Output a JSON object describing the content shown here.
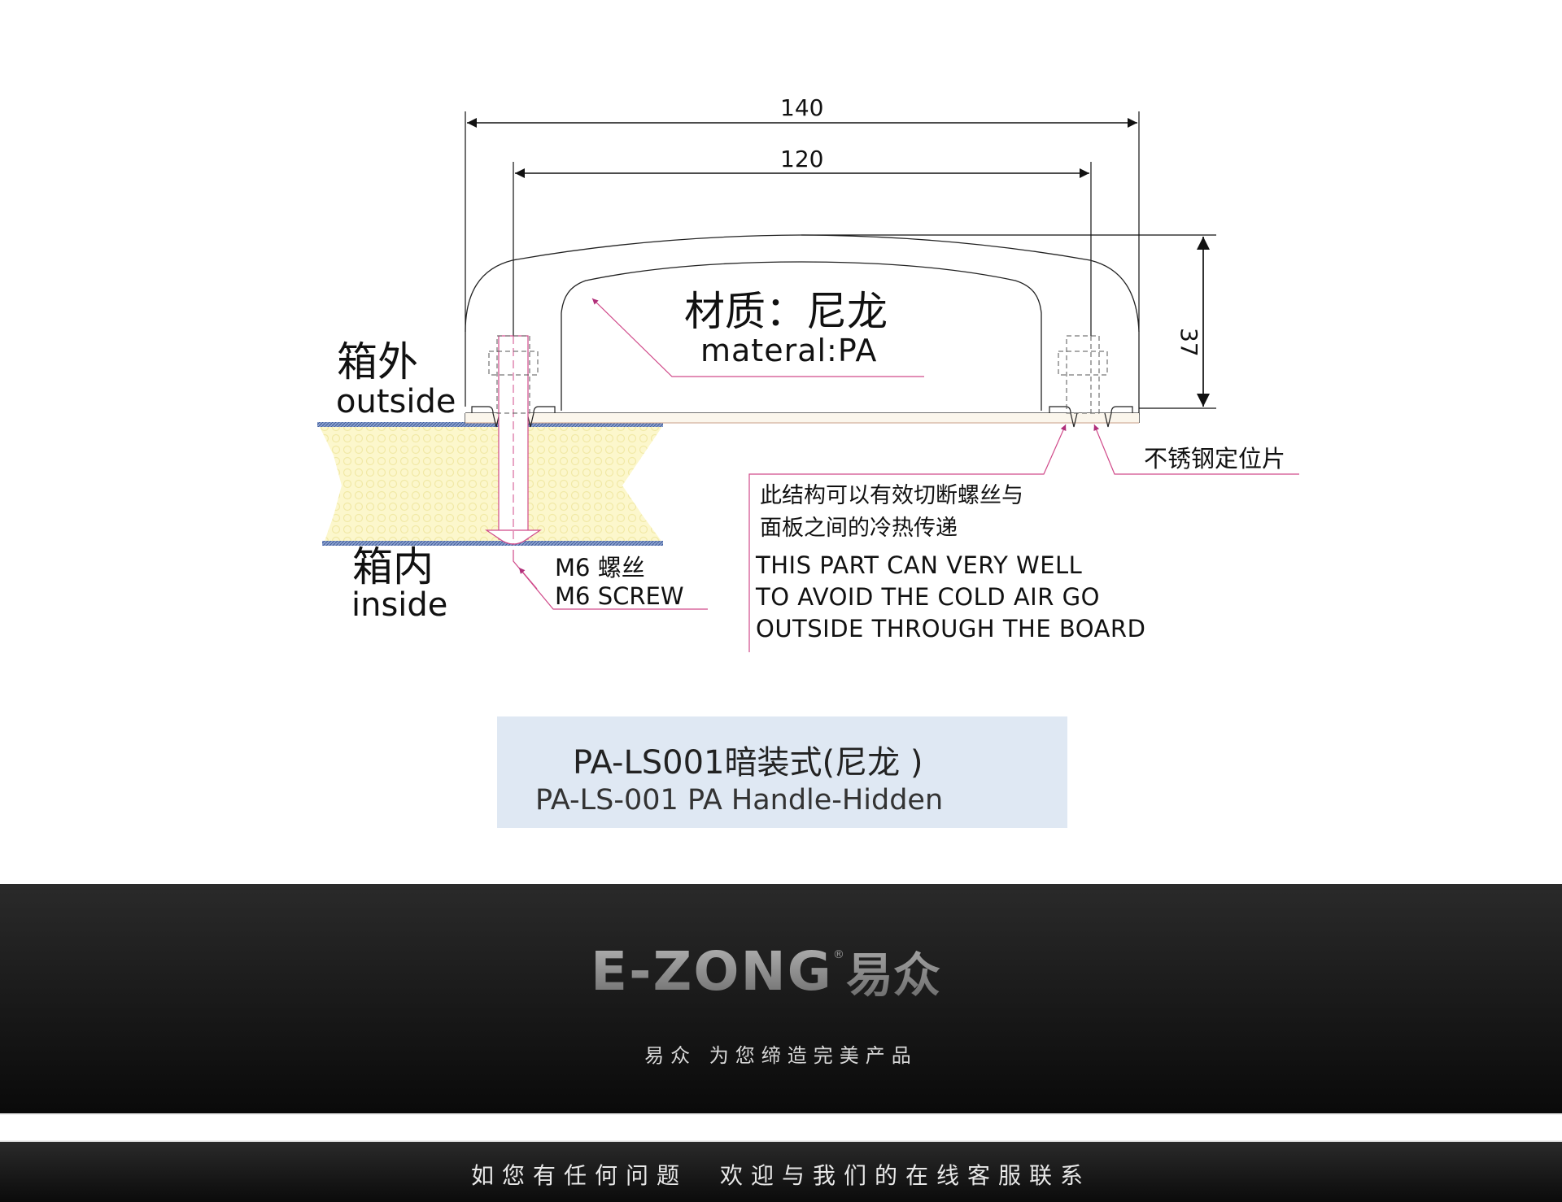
{
  "drawing": {
    "dimensions": {
      "overall_width": "140",
      "hole_spacing": "120",
      "height": "37"
    },
    "labels": {
      "outside_cn": "箱外",
      "outside_en": "outside",
      "inside_cn": "箱内",
      "inside_en": "inside",
      "material_cn": "材质：尼龙",
      "material_en": "materal:PA",
      "screw_cn": "M6 螺丝",
      "screw_en": "M6 SCREW",
      "plate_cn": "不锈钢定位片"
    },
    "description": {
      "cn_lines": [
        "此结构可以有效切断螺丝与",
        "面板之间的冷热传递"
      ],
      "en_lines": [
        "THIS PART CAN VERY WELL",
        "TO AVOID THE COLD AIR GO",
        "OUTSIDE THROUGH THE BOARD"
      ]
    },
    "colors": {
      "leader": "#d04a8a",
      "foam": "#fbf6c8",
      "panel_skin": "#4a6aa8"
    }
  },
  "caption": {
    "title_cn": "PA-LS001暗装式(尼龙 )",
    "title_en": "PA-LS-001 PA Handle-Hidden",
    "background": "#dfe8f3"
  },
  "footer": {
    "brand_latin": "E-ZONG",
    "brand_registered": "®",
    "brand_cn": "易众",
    "slogan": "易众 为您缔造完美产品",
    "contact_part1": "如您有任何问题",
    "contact_part2": "欢迎与我们的在线客服联系"
  }
}
